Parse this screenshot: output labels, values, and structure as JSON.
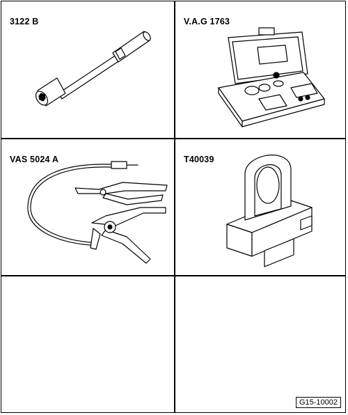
{
  "tools": [
    {
      "part_number": "3122 B",
      "icon": "long-socket-extension-icon"
    },
    {
      "part_number": "V.A.G 1763",
      "icon": "tool-case-icon"
    },
    {
      "part_number": "VAS 5024 A",
      "icon": "hose-clip-pliers-icon"
    },
    {
      "part_number": "T40039",
      "icon": "fixture-bracket-icon"
    },
    {
      "part_number": ""
    },
    {
      "part_number": ""
    }
  ],
  "figure_id": "G15-10002"
}
